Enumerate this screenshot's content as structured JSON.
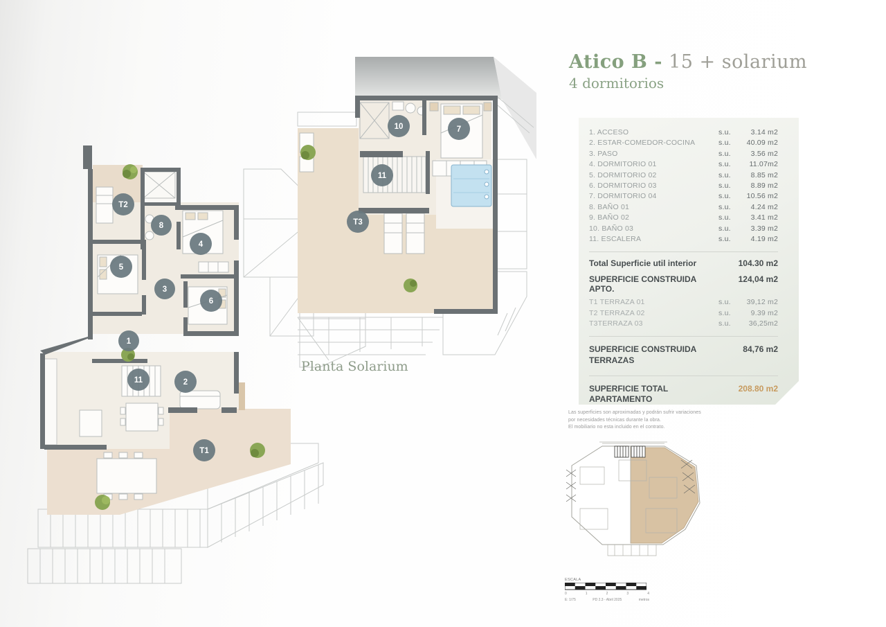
{
  "header": {
    "title_bold": "Atico B -",
    "title_light": " 15 + solarium",
    "subtitle": "4 dormitorios"
  },
  "area_table": {
    "rooms": [
      {
        "label": "1. ACCESO",
        "su": "s.u.",
        "area": "3.14 m2"
      },
      {
        "label": "2. ESTAR-COMEDOR-COCINA",
        "su": "s.u.",
        "area": "40.09 m2"
      },
      {
        "label": "3. PASO",
        "su": "s.u.",
        "area": "3.56 m2"
      },
      {
        "label": "4. DORMITORIO 01",
        "su": "s.u.",
        "area": "11.07m2"
      },
      {
        "label": "5. DORMITORIO 02",
        "su": "s.u.",
        "area": "8.85 m2"
      },
      {
        "label": "6. DORMITORIO 03",
        "su": "s.u.",
        "area": "8.89 m2"
      },
      {
        "label": "7. DORMITORIO 04",
        "su": "s.u.",
        "area": "10.56 m2"
      },
      {
        "label": "8. BAÑO 01",
        "su": "s.u.",
        "area": "4.24 m2"
      },
      {
        "label": "9. BAÑO 02",
        "su": "s.u.",
        "area": "3.41 m2"
      },
      {
        "label": "10. BAÑO 03",
        "su": "s.u.",
        "area": "3.39 m2"
      },
      {
        "label": "11. ESCALERA",
        "su": "s.u.",
        "area": "4.19 m2"
      }
    ],
    "total_util": {
      "label": "Total Superficie util interior",
      "value": "104.30 m2"
    },
    "constructed": {
      "label": "SUPERFICIE CONSTRUIDA APTO.",
      "value": "124,04 m2"
    },
    "terraces": [
      {
        "label": "T1 TERRAZA 01",
        "su": "s.u.",
        "area": "39,12 m2"
      },
      {
        "label": "T2 TERRAZA 02",
        "su": "s.u.",
        "area": "9.39 m2"
      },
      {
        "label": "T3TERRAZA 03",
        "su": "s.u.",
        "area": "36,25m2"
      }
    ],
    "constructed_terraces": {
      "label": "SUPERFICIE CONSTRUIDA TERRAZAS",
      "value": "84,76 m2"
    },
    "total_apartment": {
      "label": "SUPERFICIE TOTAL APARTAMENTO",
      "value": "208.80 m2"
    }
  },
  "disclaimer": {
    "line1": "Las superficies son aproximadas y podrán sufrir variaciones",
    "line2": "por necesidades técnicas durante la obra.",
    "line3": "El mobiliario no esta incluido en el contrato."
  },
  "plans": {
    "solarium_label": "Planta Solarium",
    "main_badges": {
      "t2": "T2",
      "b8": "8",
      "b4": "4",
      "b5": "5",
      "b3": "3",
      "b6": "6",
      "b1": "1",
      "b11": "11",
      "b2": "2",
      "t1": "T1"
    },
    "solarium_badges": {
      "b10": "10",
      "b7": "7",
      "b11": "11",
      "t3": "T3"
    }
  },
  "scale_bar": {
    "label": "ESCALA",
    "ticks": [
      "0",
      "1",
      "2",
      "3",
      "4"
    ],
    "left": "E: 1/75",
    "center": "PD 2.3 - Abril 2025",
    "right": "metros"
  },
  "colors": {
    "accent_green": "#85a07e",
    "accent_tan": "#c79a5e",
    "wall": "#6b7174",
    "terrace": "#ebdfcd",
    "interior": "#f0ebe2",
    "pool": "#c3e1f0",
    "badge": "#69797f"
  }
}
